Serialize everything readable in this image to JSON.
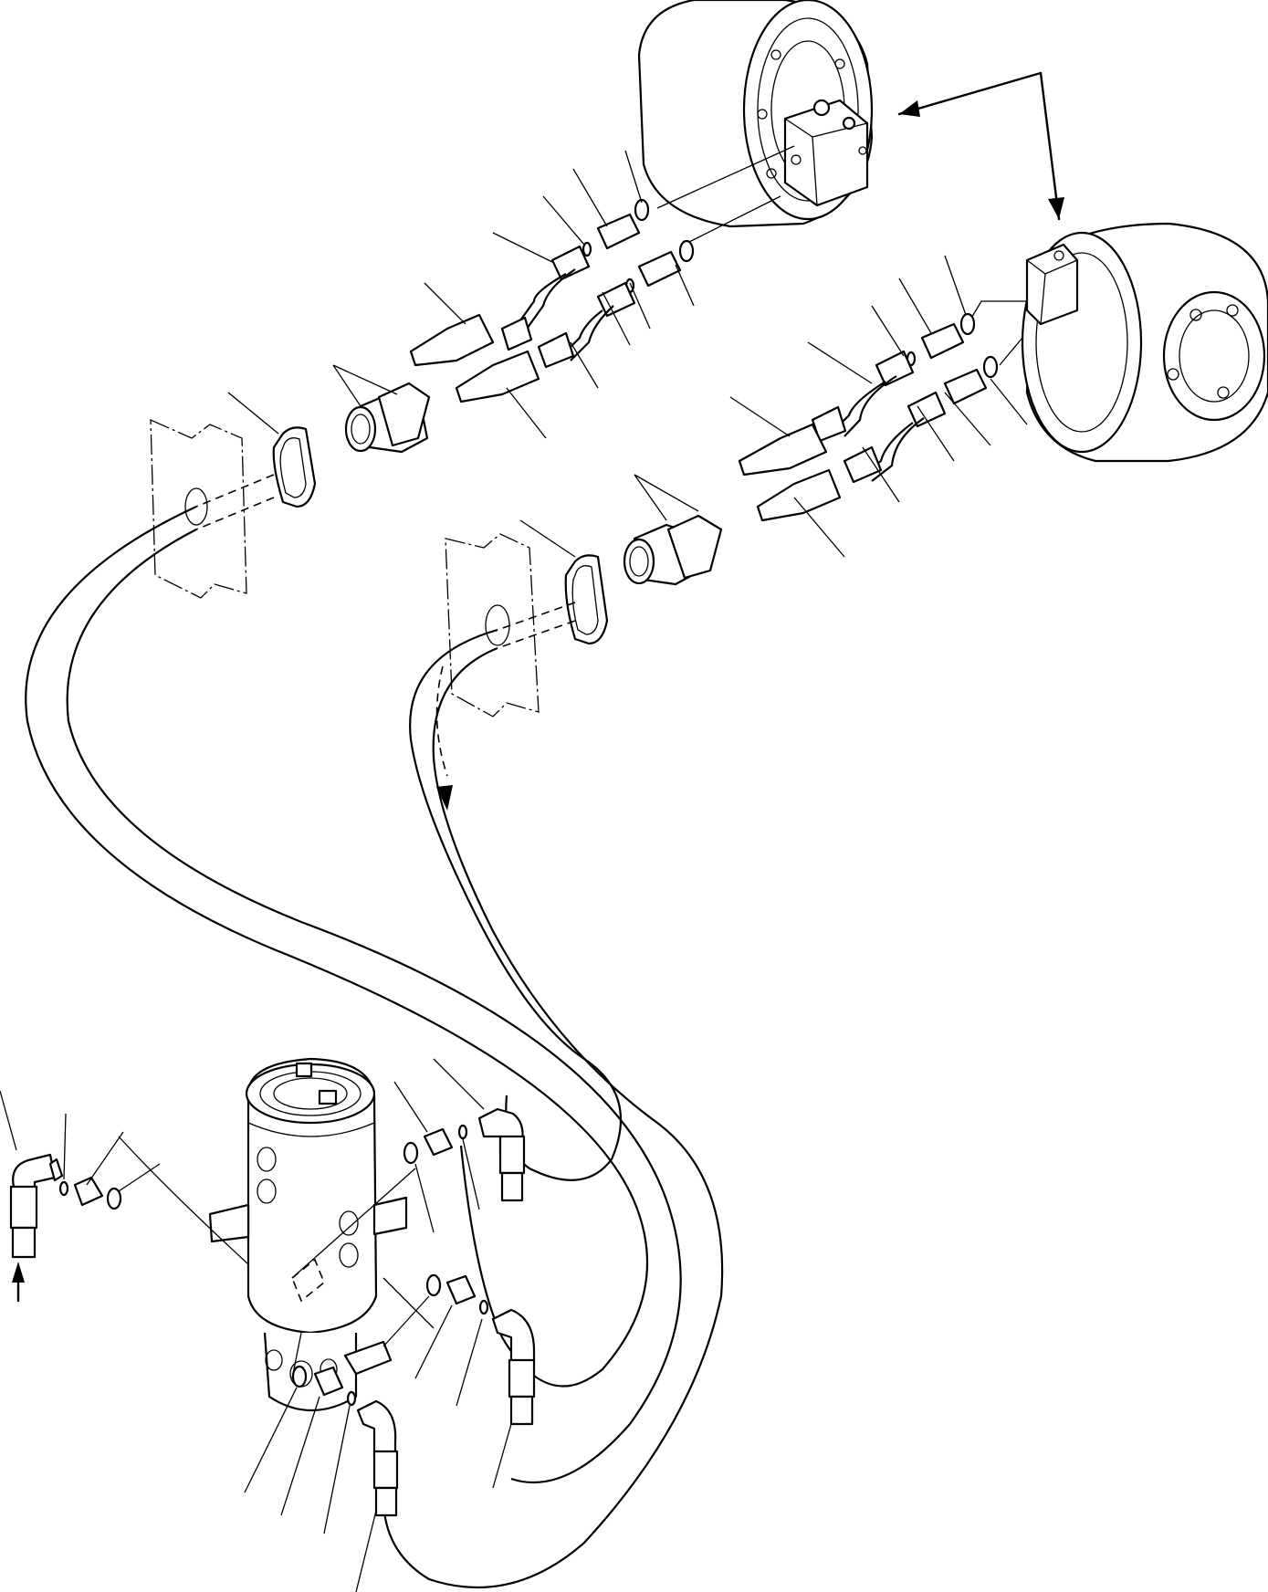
{
  "diagram": {
    "style": "exploded parts drawing, black line art on white, no printed text or callout numbers",
    "colors": {
      "line": "#000000",
      "background": "#ffffff"
    },
    "components": [
      "travel-motor-upper",
      "travel-motor-lower",
      "swivel-joint",
      "hose-left-track",
      "hose-right-track",
      "bulkhead-grommet-left",
      "bulkhead-grommet-right",
      "frame-plate-left",
      "frame-plate-right"
    ],
    "icons": [
      "arrow-head-icon",
      "o-ring-icon",
      "elbow-fitting-icon",
      "adapter-fitting-icon"
    ]
  }
}
